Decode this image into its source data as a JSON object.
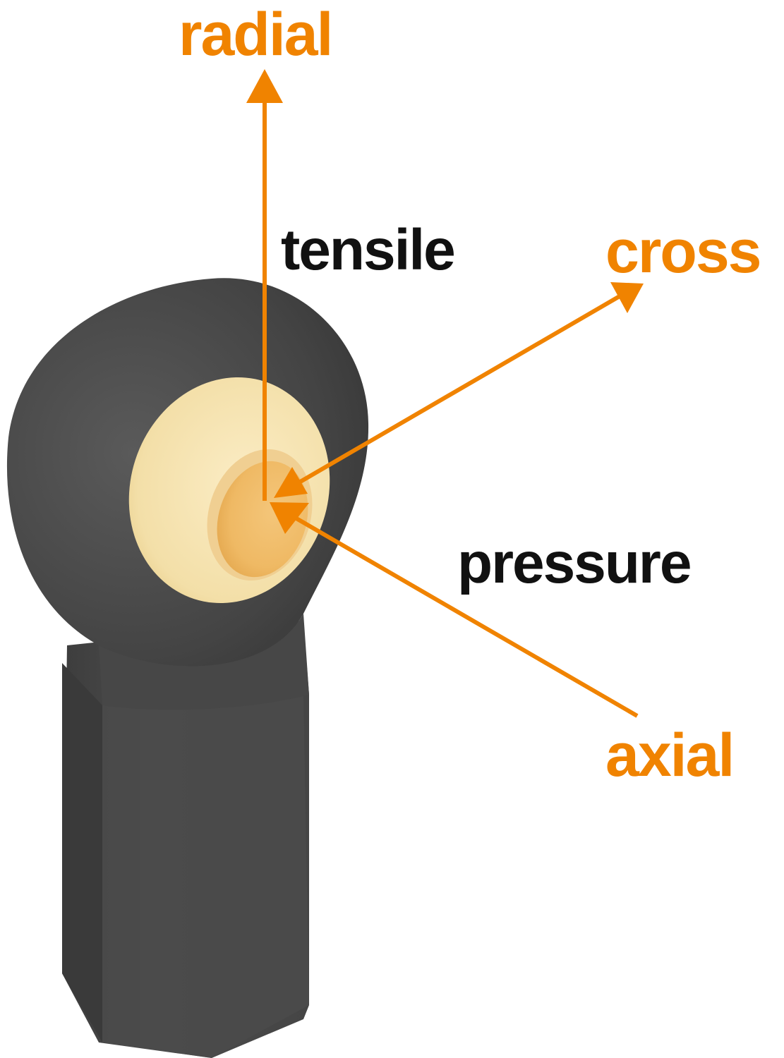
{
  "colors": {
    "accent": "#f08300",
    "text_dark": "#111111",
    "housing": "#4a4a4a",
    "bearing_ball": "#f4e2b0",
    "bearing_bore": "#f2bf6e"
  },
  "labels": {
    "radial": "radial",
    "tensile": "tensile",
    "cross": "cross",
    "pressure": "pressure",
    "axial": "axial"
  },
  "icons": {
    "housing": "rod-end-housing-icon",
    "bearing": "spherical-bearing-icon"
  }
}
